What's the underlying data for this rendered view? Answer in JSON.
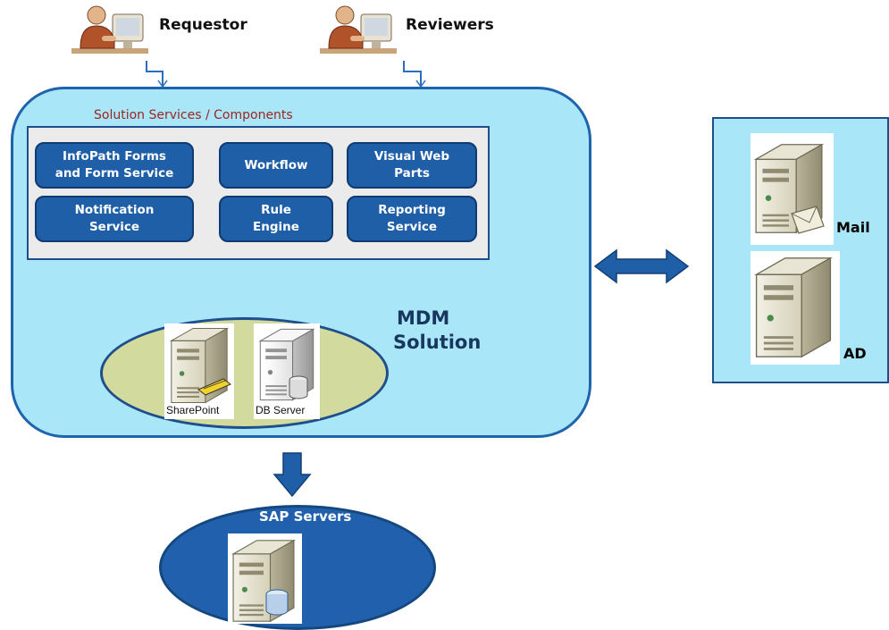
{
  "actors": {
    "requestor": "Requestor",
    "reviewers": "Reviewers"
  },
  "mdm": {
    "services_title": "Solution Services  / Components",
    "services": [
      {
        "line1": "InfoPath Forms",
        "line2": "and Form Service"
      },
      {
        "line1": "Workflow",
        "line2": ""
      },
      {
        "line1": "Visual Web",
        "line2": "Parts"
      },
      {
        "line1": "Notification",
        "line2": "Service"
      },
      {
        "line1": "Rule",
        "line2": "Engine"
      },
      {
        "line1": "Reporting",
        "line2": "Service"
      }
    ],
    "label_line1": "MDM",
    "label_line2": "Solution",
    "servers": {
      "sharepoint": "SharePoint",
      "db": "DB Server"
    }
  },
  "external": {
    "mail": "Mail",
    "ad": "AD"
  },
  "sap": {
    "label": "SAP Servers"
  },
  "icons": [
    "person-at-computer-icon",
    "server-icon",
    "mail-envelope-icon",
    "database-icon",
    "double-arrow-icon",
    "down-arrow-icon"
  ],
  "colors": {
    "box_fill": "#a9e6f7",
    "box_border": "#1f63ad",
    "service_fill": "#1f5fa8",
    "ellipse_fill": "#d2da9e",
    "sap_fill": "#2060ad"
  }
}
